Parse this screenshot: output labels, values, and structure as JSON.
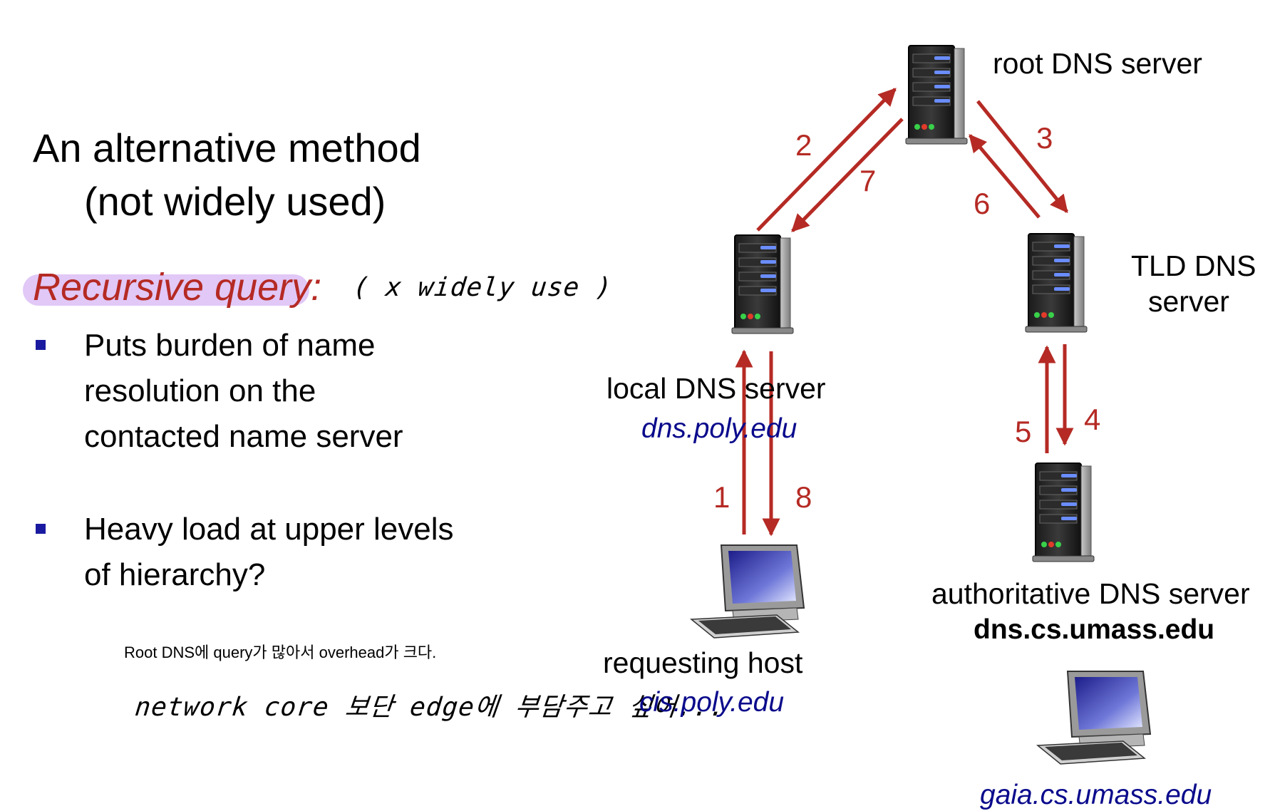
{
  "left": {
    "title_line1": "An alternative method",
    "title_line2": "(not widely used)",
    "heading": "Recursive query:",
    "handwritten_note": "( x widely use )",
    "bullets": [
      "Puts burden of name resolution on the contacted name server",
      "Heavy load at upper levels of hierarchy?"
    ],
    "typed_note": "Root DNS에 query가 많아서 overhead가 크다.",
    "handwritten_line": "network core 보단 edge에 부담주고 싶어..."
  },
  "diagram": {
    "root": {
      "label": "root DNS server"
    },
    "tld": {
      "label_line1": "TLD DNS",
      "label_line2": "server"
    },
    "local": {
      "label": "local DNS server",
      "host": "dns.poly.edu"
    },
    "authoritative": {
      "label": "authoritative DNS server",
      "host": "dns.cs.umass.edu"
    },
    "requesting": {
      "label": "requesting host",
      "host": "cis.poly.edu"
    },
    "gaia": {
      "host": "gaia.cs.umass.edu"
    },
    "steps": [
      "1",
      "2",
      "3",
      "4",
      "5",
      "6",
      "7",
      "8"
    ],
    "arrow_color": "#b52a24"
  },
  "colors": {
    "accent": "#b52a24",
    "highlight": "#c99bf0",
    "host_text": "#0a0a8c",
    "bullet": "#1a1aa0"
  }
}
